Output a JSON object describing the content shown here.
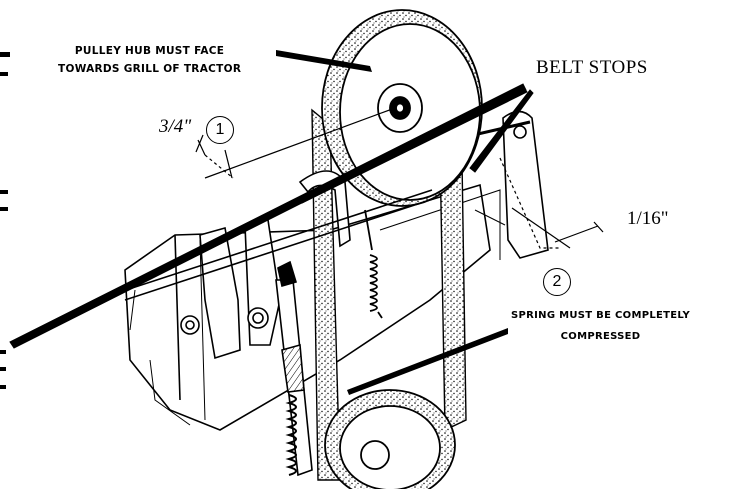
{
  "labels": {
    "pulley_note_line1": "PULLEY HUB MUST FACE",
    "pulley_note_line2": "TOWARDS GRILL OF TRACTOR",
    "belt_stops": "BELT STOPS",
    "gap": "1/16\"",
    "spring_note_line1": "SPRING MUST BE COMPLETELY",
    "spring_note_line2": "COMPRESSED",
    "dimension": "3/4\""
  },
  "callouts": {
    "one": "1",
    "two": "2"
  },
  "colors": {
    "ink": "#000000",
    "paper": "#ffffff"
  }
}
